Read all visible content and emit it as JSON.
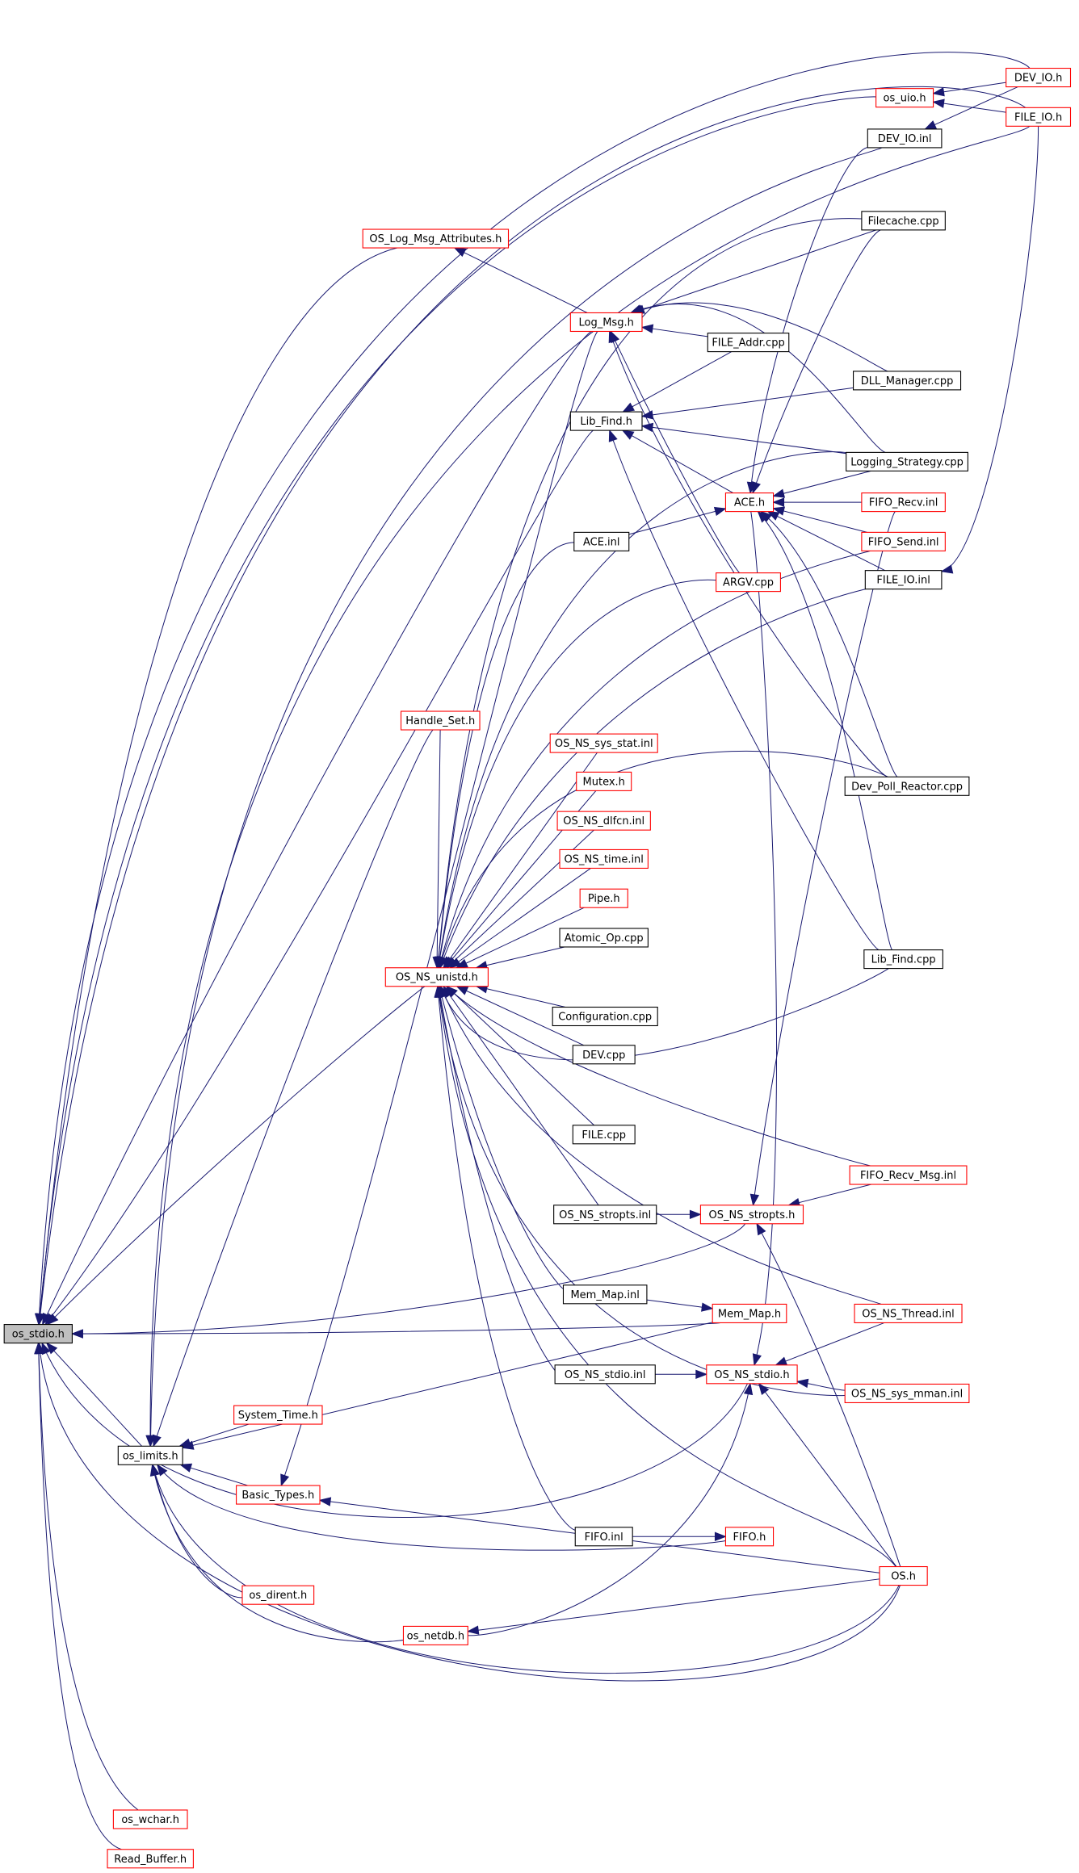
{
  "colors": {
    "edge": "#191970",
    "node_fill": "#ffffff",
    "border_red": "#ff0000",
    "border_black": "#000000",
    "highlight_fill": "#bfbfbf"
  },
  "nodes": [
    {
      "id": "os_stdio",
      "label": "os_stdio.h",
      "border": "black",
      "highlight": true
    },
    {
      "id": "DEV_IO_h",
      "label": "DEV_IO.h",
      "border": "red"
    },
    {
      "id": "os_uio",
      "label": "os_uio.h",
      "border": "red"
    },
    {
      "id": "FILE_IO_h",
      "label": "FILE_IO.h",
      "border": "red"
    },
    {
      "id": "DEV_IO_inl",
      "label": "DEV_IO.inl",
      "border": "black"
    },
    {
      "id": "OS_Log_Msg_Attributes",
      "label": "OS_Log_Msg_Attributes.h",
      "border": "red"
    },
    {
      "id": "Filecache",
      "label": "Filecache.cpp",
      "border": "black"
    },
    {
      "id": "Log_Msg",
      "label": "Log_Msg.h",
      "border": "red"
    },
    {
      "id": "FILE_Addr",
      "label": "FILE_Addr.cpp",
      "border": "black"
    },
    {
      "id": "DLL_Manager",
      "label": "DLL_Manager.cpp",
      "border": "black"
    },
    {
      "id": "Lib_Find_h",
      "label": "Lib_Find.h",
      "border": "black"
    },
    {
      "id": "Logging_Strategy",
      "label": "Logging_Strategy.cpp",
      "border": "black"
    },
    {
      "id": "ACE_h",
      "label": "ACE.h",
      "border": "red"
    },
    {
      "id": "FIFO_Recv_inl",
      "label": "FIFO_Recv.inl",
      "border": "red"
    },
    {
      "id": "ACE_inl",
      "label": "ACE.inl",
      "border": "black"
    },
    {
      "id": "FIFO_Send_inl",
      "label": "FIFO_Send.inl",
      "border": "red"
    },
    {
      "id": "FILE_IO_inl",
      "label": "FILE_IO.inl",
      "border": "black"
    },
    {
      "id": "ARGV",
      "label": "ARGV.cpp",
      "border": "red"
    },
    {
      "id": "Handle_Set",
      "label": "Handle_Set.h",
      "border": "red"
    },
    {
      "id": "OS_NS_sys_stat",
      "label": "OS_NS_sys_stat.inl",
      "border": "red"
    },
    {
      "id": "Dev_Poll_Reactor",
      "label": "Dev_Poll_Reactor.cpp",
      "border": "black"
    },
    {
      "id": "Mutex",
      "label": "Mutex.h",
      "border": "red"
    },
    {
      "id": "OS_NS_dlfcn",
      "label": "OS_NS_dlfcn.inl",
      "border": "red"
    },
    {
      "id": "OS_NS_time",
      "label": "OS_NS_time.inl",
      "border": "red"
    },
    {
      "id": "Pipe",
      "label": "Pipe.h",
      "border": "red"
    },
    {
      "id": "Atomic_Op",
      "label": "Atomic_Op.cpp",
      "border": "black"
    },
    {
      "id": "Lib_Find_cpp",
      "label": "Lib_Find.cpp",
      "border": "black"
    },
    {
      "id": "OS_NS_unistd",
      "label": "OS_NS_unistd.h",
      "border": "red"
    },
    {
      "id": "Configuration",
      "label": "Configuration.cpp",
      "border": "black"
    },
    {
      "id": "DEV_cpp",
      "label": "DEV.cpp",
      "border": "black"
    },
    {
      "id": "FILE_cpp",
      "label": "FILE.cpp",
      "border": "black"
    },
    {
      "id": "FIFO_Recv_Msg",
      "label": "FIFO_Recv_Msg.inl",
      "border": "red"
    },
    {
      "id": "OS_NS_stropts_inl",
      "label": "OS_NS_stropts.inl",
      "border": "black"
    },
    {
      "id": "OS_NS_stropts_h",
      "label": "OS_NS_stropts.h",
      "border": "red"
    },
    {
      "id": "Mem_Map_inl",
      "label": "Mem_Map.inl",
      "border": "black"
    },
    {
      "id": "Mem_Map_h",
      "label": "Mem_Map.h",
      "border": "red"
    },
    {
      "id": "OS_NS_Thread",
      "label": "OS_NS_Thread.inl",
      "border": "red"
    },
    {
      "id": "OS_NS_stdio_inl",
      "label": "OS_NS_stdio.inl",
      "border": "black"
    },
    {
      "id": "OS_NS_stdio_h",
      "label": "OS_NS_stdio.h",
      "border": "red"
    },
    {
      "id": "OS_NS_sys_mman",
      "label": "OS_NS_sys_mman.inl",
      "border": "red"
    },
    {
      "id": "System_Time",
      "label": "System_Time.h",
      "border": "red"
    },
    {
      "id": "os_limits",
      "label": "os_limits.h",
      "border": "black"
    },
    {
      "id": "Basic_Types",
      "label": "Basic_Types.h",
      "border": "red"
    },
    {
      "id": "FIFO_inl",
      "label": "FIFO.inl",
      "border": "black"
    },
    {
      "id": "FIFO_h",
      "label": "FIFO.h",
      "border": "red"
    },
    {
      "id": "OS_h",
      "label": "OS.h",
      "border": "red"
    },
    {
      "id": "os_dirent",
      "label": "os_dirent.h",
      "border": "red"
    },
    {
      "id": "os_netdb",
      "label": "os_netdb.h",
      "border": "red"
    },
    {
      "id": "os_wchar",
      "label": "os_wchar.h",
      "border": "red"
    },
    {
      "id": "Read_Buffer",
      "label": "Read_Buffer.h",
      "border": "red"
    }
  ],
  "edges": [
    [
      "os_stdio",
      "DEV_IO_h"
    ],
    [
      "os_stdio",
      "FILE_IO_h"
    ],
    [
      "os_stdio",
      "os_uio"
    ],
    [
      "os_stdio",
      "OS_Log_Msg_Attributes"
    ],
    [
      "os_stdio",
      "Log_Msg"
    ],
    [
      "os_stdio",
      "Lib_Find_h"
    ],
    [
      "os_stdio",
      "OS_NS_unistd"
    ],
    [
      "os_stdio",
      "Mem_Map_h"
    ],
    [
      "os_stdio",
      "os_limits"
    ],
    [
      "os_stdio",
      "OS_h"
    ],
    [
      "os_stdio",
      "os_wchar"
    ],
    [
      "os_stdio",
      "Read_Buffer"
    ],
    [
      "os_stdio",
      "OS_NS_stdio_h"
    ],
    [
      "os_stdio",
      "OS_NS_stropts_h"
    ],
    [
      "os_uio",
      "DEV_IO_h"
    ],
    [
      "os_uio",
      "FILE_IO_h"
    ],
    [
      "DEV_IO_inl",
      "DEV_IO_h"
    ],
    [
      "FILE_IO_inl",
      "FILE_IO_h"
    ],
    [
      "OS_Log_Msg_Attributes",
      "Log_Msg"
    ],
    [
      "Log_Msg",
      "Filecache"
    ],
    [
      "Log_Msg",
      "FILE_Addr"
    ],
    [
      "Log_Msg",
      "DLL_Manager"
    ],
    [
      "Log_Msg",
      "Logging_Strategy"
    ],
    [
      "Log_Msg",
      "ARGV"
    ],
    [
      "Log_Msg",
      "Dev_Poll_Reactor"
    ],
    [
      "Lib_Find_h",
      "FILE_Addr"
    ],
    [
      "Lib_Find_h",
      "DLL_Manager"
    ],
    [
      "Lib_Find_h",
      "Logging_Strategy"
    ],
    [
      "Lib_Find_h",
      "ACE_h"
    ],
    [
      "Lib_Find_h",
      "Lib_Find_cpp"
    ],
    [
      "ACE_h",
      "DEV_IO_inl"
    ],
    [
      "ACE_h",
      "Filecache"
    ],
    [
      "ACE_h",
      "Logging_Strategy"
    ],
    [
      "ACE_h",
      "FIFO_Recv_inl"
    ],
    [
      "ACE_h",
      "FIFO_Send_inl"
    ],
    [
      "ACE_h",
      "FILE_IO_inl"
    ],
    [
      "ACE_h",
      "Dev_Poll_Reactor"
    ],
    [
      "ACE_h",
      "ACE_inl"
    ],
    [
      "ACE_h",
      "Lib_Find_cpp"
    ],
    [
      "OS_NS_unistd",
      "Handle_Set"
    ],
    [
      "OS_NS_unistd",
      "Filecache"
    ],
    [
      "OS_NS_unistd",
      "Logging_Strategy"
    ],
    [
      "OS_NS_unistd",
      "ACE_inl"
    ],
    [
      "OS_NS_unistd",
      "ARGV"
    ],
    [
      "OS_NS_unistd",
      "FIFO_Send_inl"
    ],
    [
      "OS_NS_unistd",
      "OS_NS_sys_stat"
    ],
    [
      "OS_NS_unistd",
      "Dev_Poll_Reactor"
    ],
    [
      "OS_NS_unistd",
      "Mutex"
    ],
    [
      "OS_NS_unistd",
      "OS_NS_dlfcn"
    ],
    [
      "OS_NS_unistd",
      "OS_NS_time"
    ],
    [
      "OS_NS_unistd",
      "Pipe"
    ],
    [
      "OS_NS_unistd",
      "Atomic_Op"
    ],
    [
      "OS_NS_unistd",
      "FILE_IO_inl"
    ],
    [
      "OS_NS_unistd",
      "Configuration"
    ],
    [
      "OS_NS_unistd",
      "DEV_cpp"
    ],
    [
      "OS_NS_unistd",
      "FILE_cpp"
    ],
    [
      "OS_NS_unistd",
      "Lib_Find_cpp"
    ],
    [
      "OS_NS_unistd",
      "FIFO_Recv_Msg"
    ],
    [
      "OS_NS_unistd",
      "OS_NS_stropts_inl"
    ],
    [
      "OS_NS_unistd",
      "Mem_Map_inl"
    ],
    [
      "OS_NS_unistd",
      "OS_NS_Thread"
    ],
    [
      "OS_NS_unistd",
      "OS_NS_stdio_inl"
    ],
    [
      "OS_NS_unistd",
      "OS_NS_sys_mman"
    ],
    [
      "OS_NS_unistd",
      "FIFO_inl"
    ],
    [
      "OS_NS_unistd",
      "OS_h"
    ],
    [
      "OS_NS_stropts_h",
      "OS_NS_stropts_inl"
    ],
    [
      "OS_NS_stropts_h",
      "FIFO_Recv_Msg"
    ],
    [
      "OS_NS_stropts_h",
      "FIFO_Recv_inl"
    ],
    [
      "OS_NS_stropts_h",
      "OS_h"
    ],
    [
      "Mem_Map_h",
      "Mem_Map_inl"
    ],
    [
      "OS_NS_stdio_h",
      "OS_NS_stdio_inl"
    ],
    [
      "OS_NS_stdio_h",
      "OS_NS_sys_mman"
    ],
    [
      "OS_NS_stdio_h",
      "OS_NS_Thread"
    ],
    [
      "OS_NS_stdio_h",
      "OS_h"
    ],
    [
      "OS_NS_stdio_h",
      "ACE_h"
    ],
    [
      "OS_NS_stdio_h",
      "os_netdb"
    ],
    [
      "os_limits",
      "System_Time"
    ],
    [
      "os_limits",
      "Basic_Types"
    ],
    [
      "os_limits",
      "Mem_Map_h"
    ],
    [
      "os_limits",
      "os_dirent"
    ],
    [
      "os_limits",
      "os_netdb"
    ],
    [
      "os_limits",
      "FIFO_h"
    ],
    [
      "os_limits",
      "OS_h"
    ],
    [
      "os_limits",
      "Handle_Set"
    ],
    [
      "os_limits",
      "FILE_IO_h"
    ],
    [
      "os_limits",
      "DEV_IO_inl"
    ],
    [
      "Basic_Types",
      "OS_h"
    ],
    [
      "Basic_Types",
      "Log_Msg"
    ],
    [
      "FIFO_h",
      "FIFO_inl"
    ],
    [
      "os_netdb",
      "OS_h"
    ]
  ]
}
